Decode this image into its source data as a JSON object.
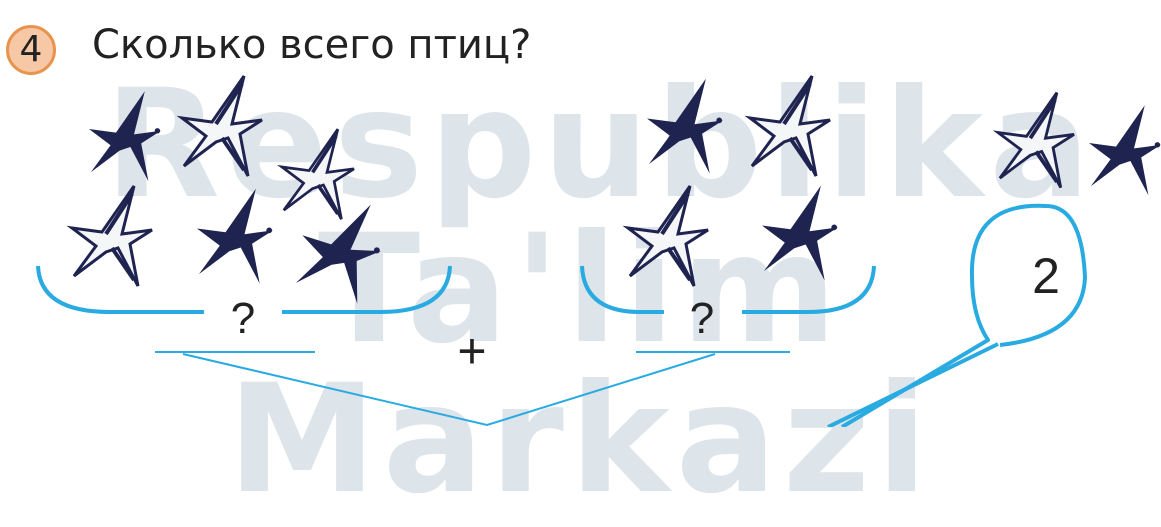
{
  "watermark": {
    "line1": "Respublika",
    "line2": "Ta'lim Markazi"
  },
  "task": {
    "number": "4",
    "question": "Сколько всего птиц?"
  },
  "groups": [
    {
      "unknown_label": "?",
      "birds": 6
    },
    {
      "unknown_label": "?",
      "birds": 4
    }
  ],
  "operator": "+",
  "extra": {
    "label": "2",
    "birds": 2
  },
  "colors": {
    "accent": "#29abe2",
    "badge_fill": "#f6c8a6",
    "badge_border": "#e8944f",
    "bird_dark": "#1f2350"
  }
}
